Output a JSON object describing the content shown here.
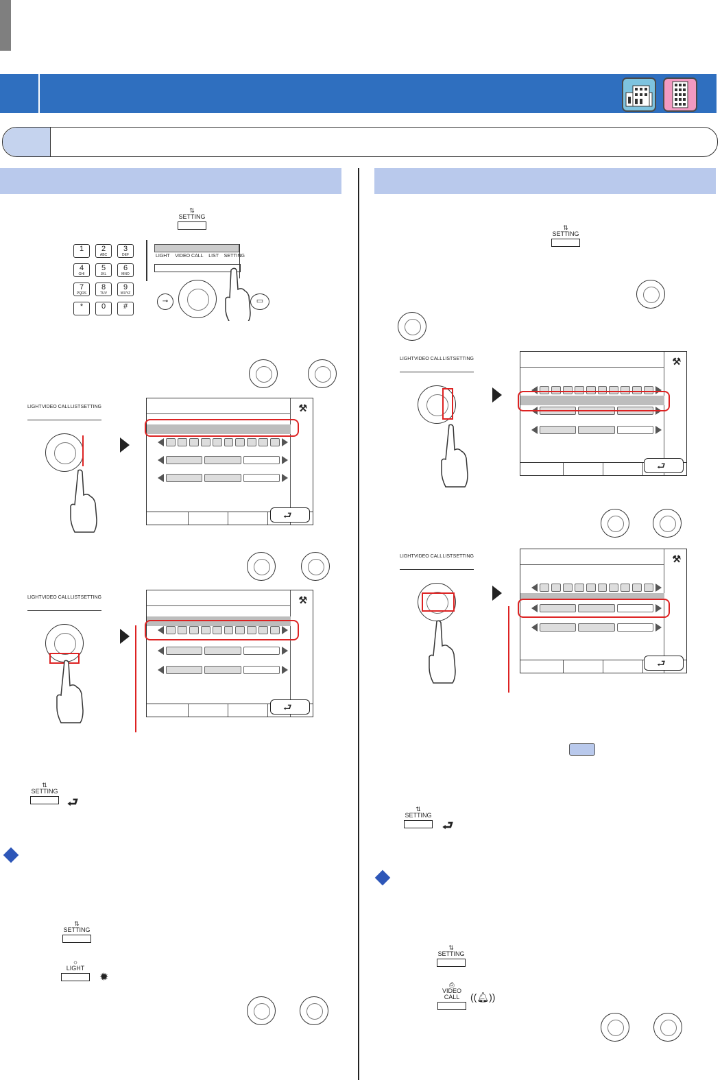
{
  "header": {
    "section_number": "",
    "title": "",
    "icons": [
      "building-icon",
      "apartment-icon"
    ]
  },
  "subheader": {
    "label": "",
    "text": ""
  },
  "columns": {
    "left_title": "",
    "right_title": ""
  },
  "buttons": {
    "setting": "SETTING",
    "light": "LIGHT",
    "video_call": "VIDEO CALL",
    "list": "LIST"
  },
  "keypad": [
    {
      "d": "1",
      "s": ""
    },
    {
      "d": "2",
      "s": "ABC"
    },
    {
      "d": "3",
      "s": "DEF"
    },
    {
      "d": "4",
      "s": "GHI"
    },
    {
      "d": "5",
      "s": "JKL"
    },
    {
      "d": "6",
      "s": "MNO"
    },
    {
      "d": "7",
      "s": "PQRS"
    },
    {
      "d": "8",
      "s": "TUV"
    },
    {
      "d": "9",
      "s": "WXYZ"
    },
    {
      "d": "*",
      "s": ""
    },
    {
      "d": "0",
      "s": ""
    },
    {
      "d": "#",
      "s": ""
    }
  ],
  "colors": {
    "accent": "#2f6fbf",
    "light_blue": "#b9c9ec",
    "highlight": "#d22222",
    "diamond": "#2d56b8"
  }
}
